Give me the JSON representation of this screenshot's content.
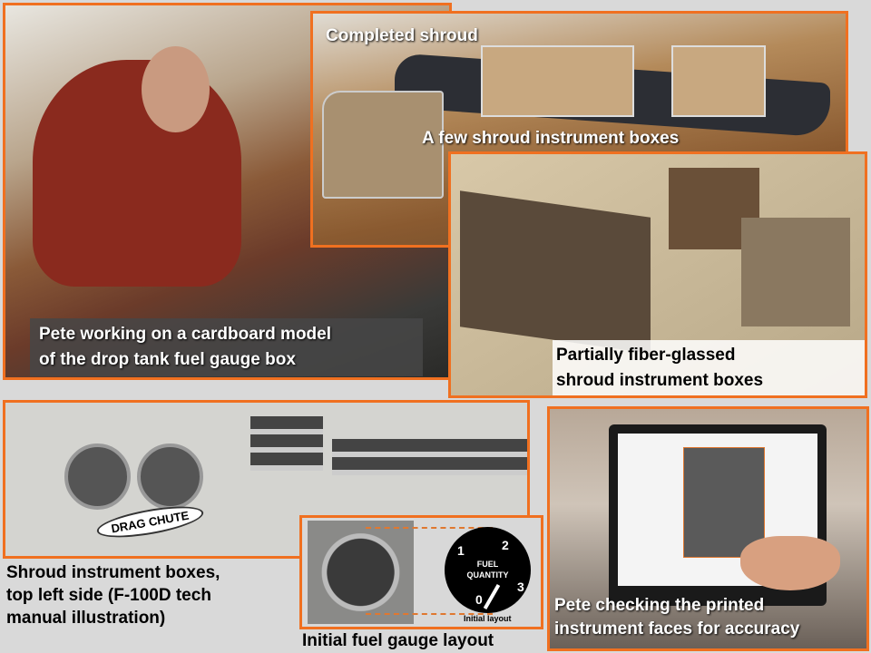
{
  "colors": {
    "accent": "#f07020",
    "background": "#d9d9d9"
  },
  "panels": {
    "pete_working": {
      "caption_line1": "Pete working on a cardboard model",
      "caption_line2": "of the drop tank fuel gauge box"
    },
    "shroud": {
      "label_completed": "Completed shroud",
      "label_boxes": "A few shroud instrument boxes"
    },
    "fiberglass": {
      "caption_line1": "Partially fiber-glassed",
      "caption_line2": "shroud instrument boxes"
    },
    "manual": {
      "caption_line1": "Shroud instrument boxes,",
      "caption_line2": "top left side (F-100D tech",
      "caption_line3": "manual illustration)",
      "label_drag_chute": "DRAG CHUTE"
    },
    "gauge": {
      "caption": "Initial fuel gauge layout",
      "face_line1": "FUEL",
      "face_line2": "QUANTITY",
      "ticks": [
        "0",
        "1",
        "2",
        "3"
      ],
      "sublabel": "Initial layout"
    },
    "monitor": {
      "caption_line1": "Pete checking the printed",
      "caption_line2": "instrument faces for accuracy"
    }
  }
}
